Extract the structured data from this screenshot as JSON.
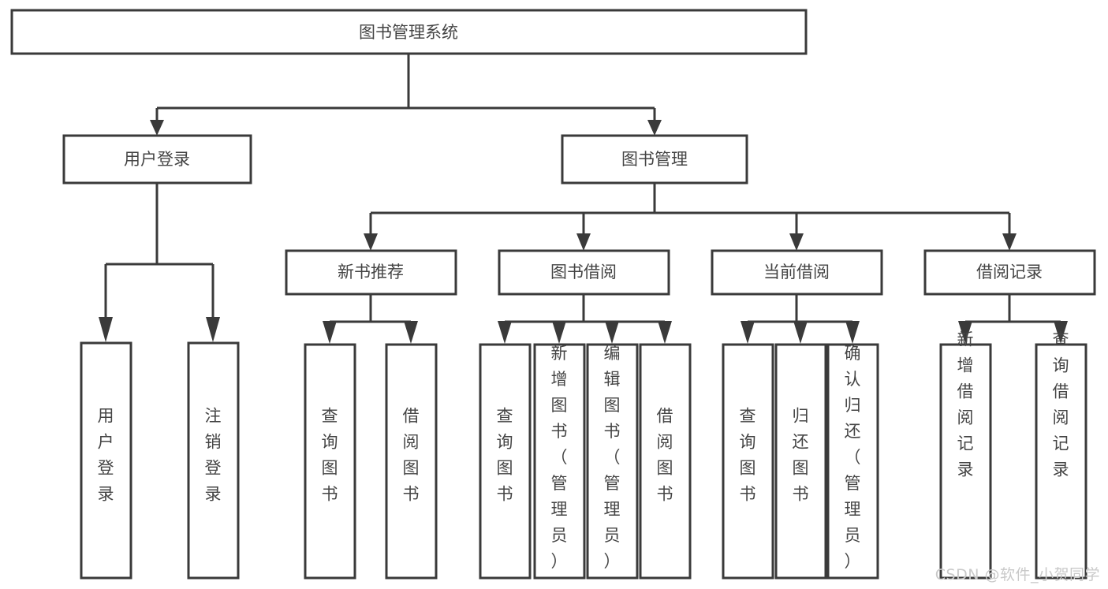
{
  "diagram": {
    "title": "图书管理系统",
    "type": "tree-hierarchy-chart",
    "watermark": "CSDN @软件_小贺同学",
    "colors": {
      "stroke": "#3a3a3a",
      "fill": "#ffffff",
      "text": "#444444",
      "watermark": "#c9c9c9",
      "background": "#ffffff"
    },
    "levels": [
      {
        "level": 1,
        "nodes": [
          {
            "id": "root",
            "label": "图书管理系统",
            "orientation": "horizontal"
          }
        ]
      },
      {
        "level": 2,
        "nodes": [
          {
            "id": "login",
            "label": "用户登录",
            "orientation": "horizontal",
            "parent": "root"
          },
          {
            "id": "bookmgmt",
            "label": "图书管理",
            "orientation": "horizontal",
            "parent": "root"
          }
        ]
      },
      {
        "level": 3,
        "nodes": [
          {
            "id": "newbook",
            "label": "新书推荐",
            "orientation": "horizontal",
            "parent": "bookmgmt"
          },
          {
            "id": "borrow",
            "label": "图书借阅",
            "orientation": "horizontal",
            "parent": "bookmgmt"
          },
          {
            "id": "current",
            "label": "当前借阅",
            "orientation": "horizontal",
            "parent": "bookmgmt"
          },
          {
            "id": "record",
            "label": "借阅记录",
            "orientation": "horizontal",
            "parent": "bookmgmt"
          }
        ]
      },
      {
        "level": 4,
        "nodes": [
          {
            "id": "leaf-1",
            "label": "用户登录",
            "orientation": "vertical",
            "parent": "login"
          },
          {
            "id": "leaf-2",
            "label": "注销登录",
            "orientation": "vertical",
            "parent": "login"
          },
          {
            "id": "leaf-3",
            "label": "查询图书",
            "orientation": "vertical",
            "parent": "newbook"
          },
          {
            "id": "leaf-4",
            "label": "借阅图书",
            "orientation": "vertical",
            "parent": "newbook"
          },
          {
            "id": "leaf-5",
            "label": "查询图书",
            "orientation": "vertical",
            "parent": "borrow"
          },
          {
            "id": "leaf-6",
            "label": "新增图书（管理员）",
            "orientation": "vertical",
            "parent": "borrow"
          },
          {
            "id": "leaf-7",
            "label": "编辑图书（管理员）",
            "orientation": "vertical",
            "parent": "borrow"
          },
          {
            "id": "leaf-8",
            "label": "借阅图书",
            "orientation": "vertical",
            "parent": "borrow"
          },
          {
            "id": "leaf-9",
            "label": "查询图书",
            "orientation": "vertical",
            "parent": "current"
          },
          {
            "id": "leaf-10",
            "label": "归还图书",
            "orientation": "vertical",
            "parent": "current"
          },
          {
            "id": "leaf-11",
            "label": "确认归还（管理员）",
            "orientation": "vertical",
            "parent": "current"
          },
          {
            "id": "leaf-12",
            "label": "新增借阅记录",
            "orientation": "vertical",
            "parent": "record"
          },
          {
            "id": "leaf-13",
            "label": "查询借阅记录",
            "orientation": "vertical",
            "parent": "record"
          }
        ]
      }
    ]
  }
}
